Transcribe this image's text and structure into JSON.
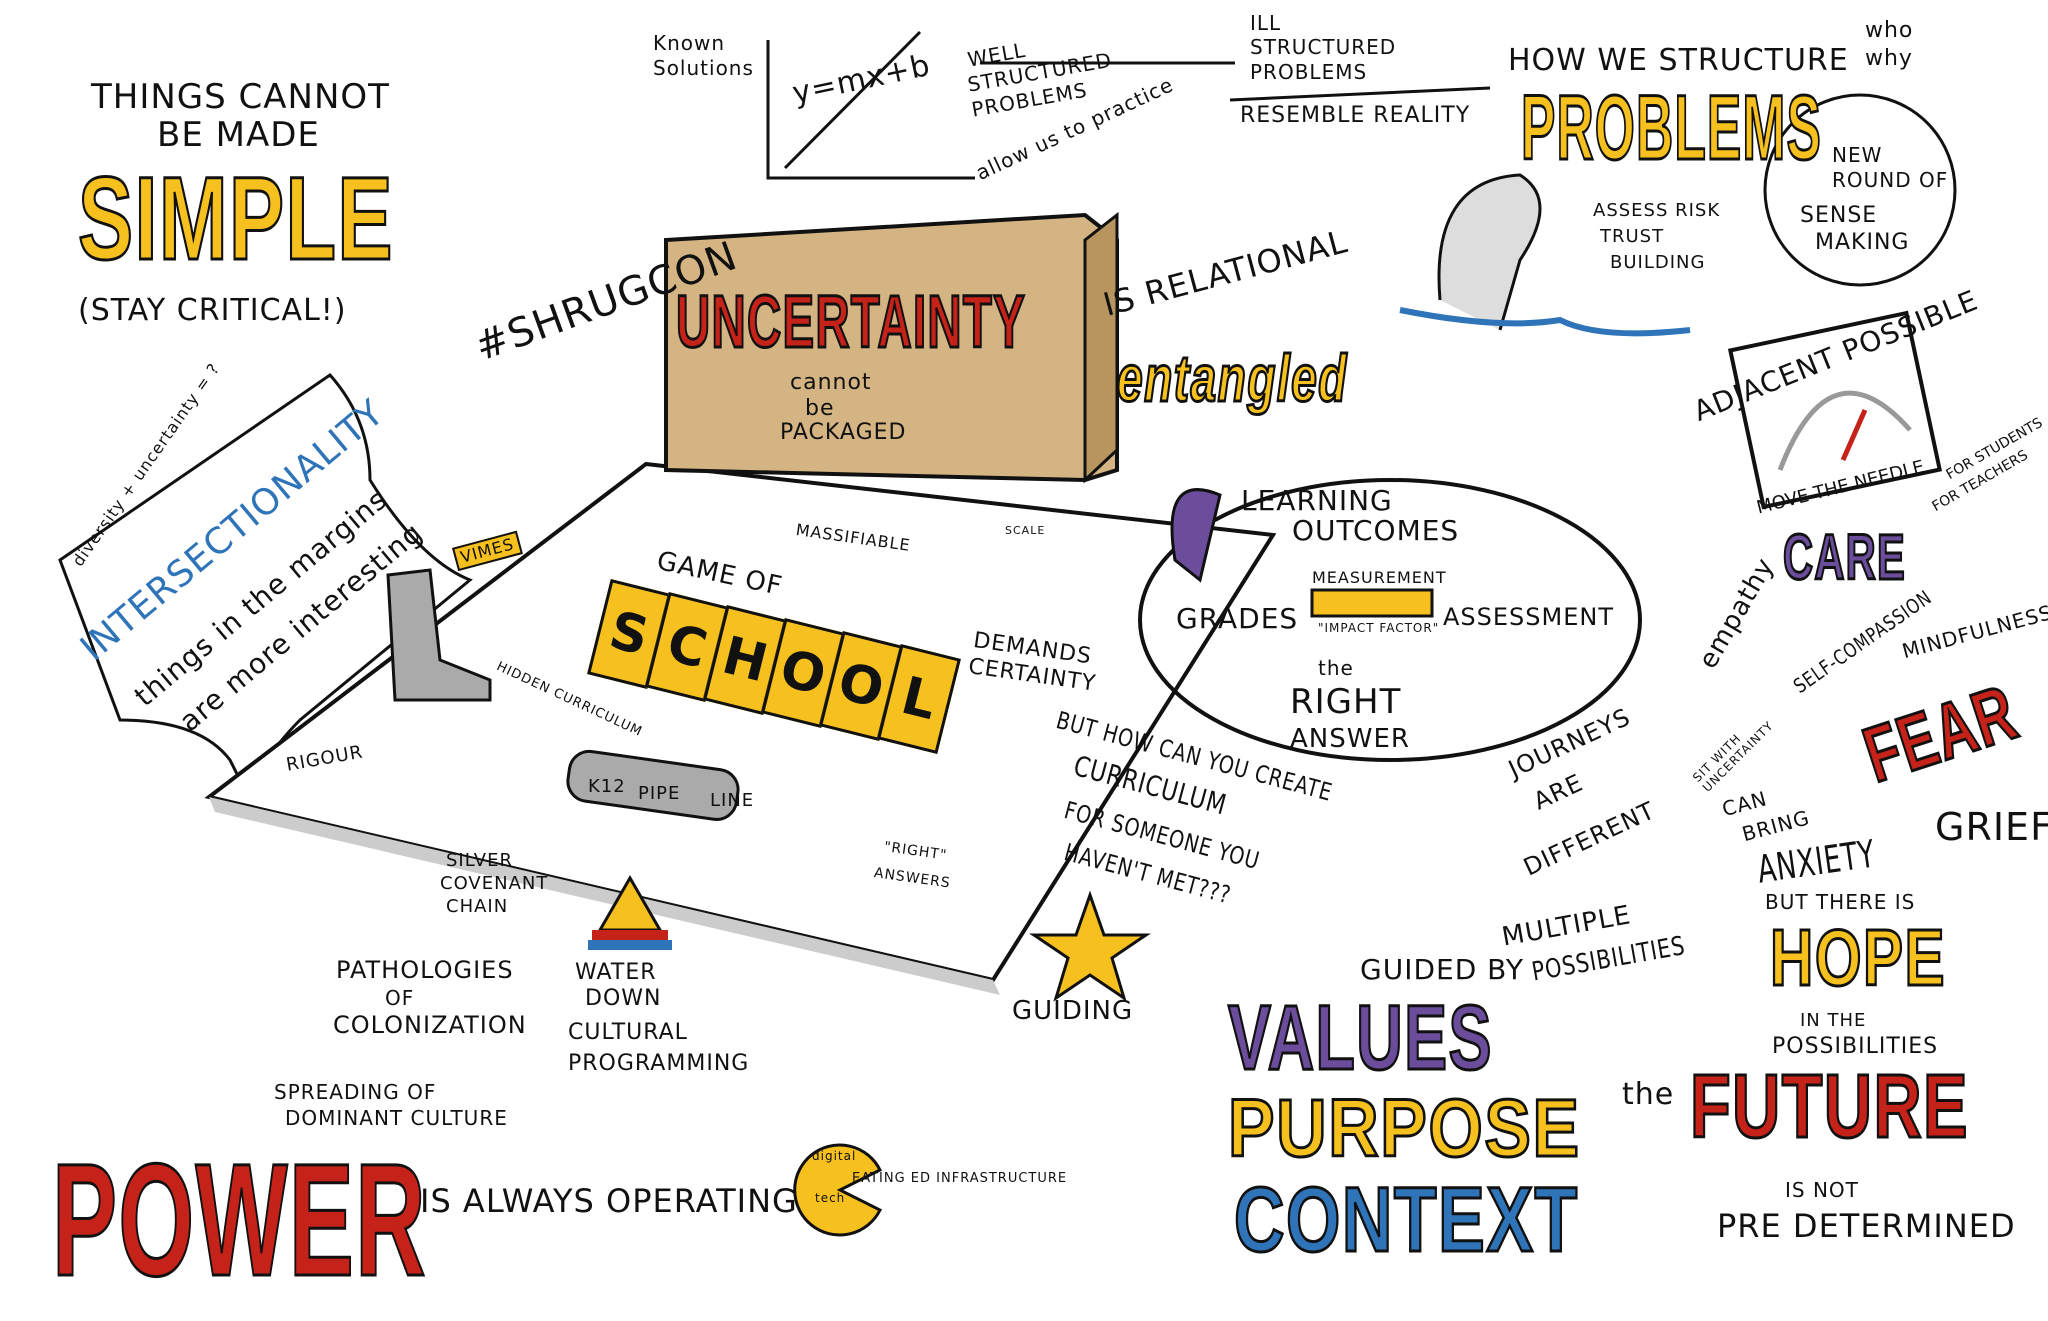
{
  "simple": {
    "line1": "THINGS CANNOT",
    "line2": "BE MADE",
    "word": "SIMPLE",
    "note": "(STAY CRITICAL!)"
  },
  "hashtag": "#SHRUGCON",
  "graph": {
    "known": "Known",
    "solutions": "Solutions",
    "equation": "y=mx+b"
  },
  "well_structured": {
    "l1": "WELL",
    "l2": "STRUCTURED",
    "l3": "PROBLEMS",
    "note": "allow us to practice"
  },
  "ill_structured": {
    "l1": "ILL",
    "l2": "STRUCTURED",
    "l3": "PROBLEMS",
    "note": "RESEMBLE REALITY"
  },
  "problems": {
    "heading": "HOW WE STRUCTURE",
    "word": "PROBLEMS",
    "who": "who",
    "why": "why",
    "round": [
      "NEW",
      "ROUND OF",
      "SENSE",
      "MAKING"
    ]
  },
  "box": {
    "word": "UNCERTAINTY",
    "cannot": "cannot",
    "be": "be",
    "packaged": "PACKAGED"
  },
  "relational": "IS RELATIONAL",
  "entangled": "entangled",
  "risk": [
    "ASSESS RISK",
    "TRUST",
    "BUILDING"
  ],
  "adjacent": "ADJACENT POSSIBLE",
  "needle": "MOVE THE NEEDLE",
  "gauge_level": 0.6,
  "care": {
    "word": "CARE",
    "students": "FOR STUDENTS",
    "teachers": "FOR TEACHERS",
    "empathy": "empathy",
    "self": "SELF-COMPASSION",
    "mind": "MINDFULNESS",
    "sit": "SIT WITH UNCERTAINTY"
  },
  "fear": {
    "word": "FEAR",
    "can": "CAN",
    "bring": "BRING",
    "anxiety": "ANXIETY",
    "grief": "GRIEF",
    "but": "BUT THERE IS",
    "hope": "HOPE",
    "in": "IN THE",
    "poss": "POSSIBILITIES"
  },
  "future": {
    "the": "the",
    "word": "FUTURE",
    "isnot": "IS NOT",
    "pre": "PRE DETERMINED"
  },
  "journeys": [
    "JOURNEYS",
    "ARE",
    "DIFFERENT"
  ],
  "multiple": [
    "MULTIPLE",
    "POSSIBILITIES"
  ],
  "values": {
    "guided": "GUIDED BY",
    "v": "VALUES",
    "p": "PURPOSE",
    "c": "CONTEXT"
  },
  "guiding": "GUIDING",
  "curriculum": [
    "BUT HOW CAN YOU CREATE",
    "CURRICULUM",
    "FOR SOMEONE YOU",
    "HAVEN'T MET???"
  ],
  "cycle": {
    "lo1": "LEARNING",
    "lo2": "OUTCOMES",
    "grades": "GRADES",
    "measurement": "MEASUREMENT",
    "impact": "\"IMPACT FACTOR\"",
    "assessment": "ASSESSMENT",
    "the": "the",
    "right": "RIGHT",
    "answer": "ANSWER"
  },
  "demands": [
    "DEMANDS",
    "CERTAINTY"
  ],
  "board": {
    "game": "GAME OF",
    "school": [
      "S",
      "C",
      "H",
      "O",
      "O",
      "L"
    ],
    "massifiable": "MASSIFIABLE",
    "scale": "SCALE",
    "rigour": "RIGOUR",
    "k12": "K12",
    "pipe": "PIPE",
    "line": "LINE",
    "right": "\"RIGHT\"",
    "answers": "ANSWERS"
  },
  "paper": {
    "diversity": "diversity + uncertainty = ?",
    "inter": "INTERSECTIONALITY",
    "t1": "things in the margins",
    "t2": "are more interesting"
  },
  "vimes": "VIMES",
  "hidden": "HIDDEN CURRICULUM",
  "chain": [
    "SILVER",
    "COVENANT",
    "CHAIN"
  ],
  "colonization": [
    "PATHOLOGIES",
    "OF",
    "COLONIZATION"
  ],
  "water": [
    "WATER",
    "DOWN"
  ],
  "cultural": [
    "CULTURAL",
    "PROGRAMMING"
  ],
  "spreading": [
    "SPREADING OF",
    "DOMINANT CULTURE"
  ],
  "power": {
    "word": "POWER",
    "rest": "IS ALWAYS OPERATING",
    "digital": "digital",
    "tech": "tech",
    "eating": "EATING ED INFRASTRUCTURE"
  },
  "colors": {
    "yellow": "#f6c11e",
    "red": "#c5231a",
    "purple": "#6b4d9c",
    "blue": "#2f74b8",
    "box": "#d4b483"
  }
}
